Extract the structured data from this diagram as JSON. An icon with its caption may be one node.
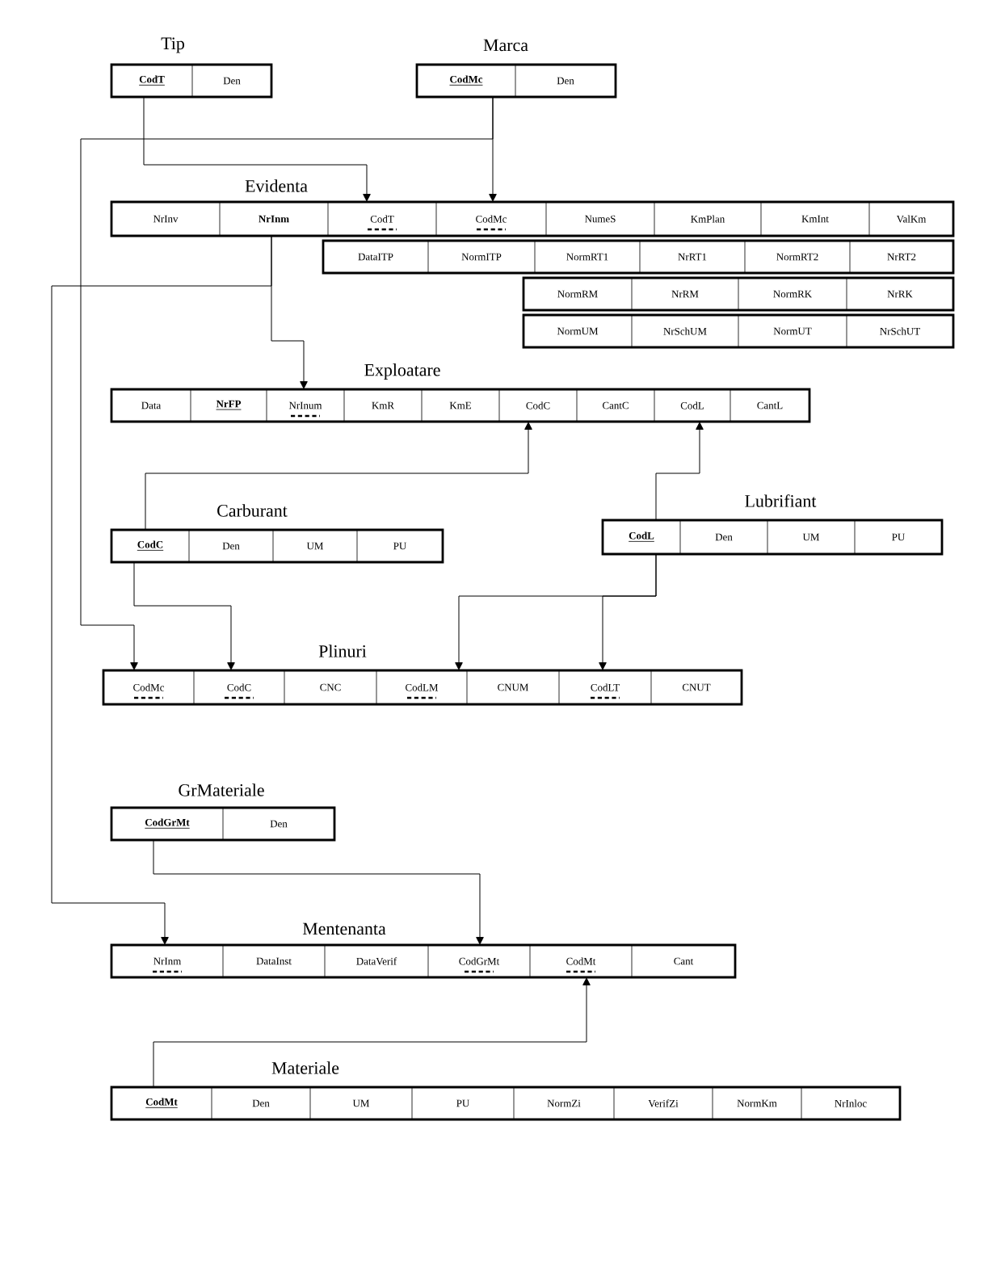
{
  "diagram": {
    "nodes": [
      {
        "text": [
          "Tip"
        ]
      },
      {
        "text": [
          "CodT"
        ],
        "in": 0
      },
      {
        "text": [
          "Den"
        ],
        "in": 0
      },
      {
        "text": [
          "Marca"
        ]
      },
      {
        "text": [
          "CodMc"
        ],
        "in": 3
      },
      {
        "text": [
          "Den"
        ],
        "in": 3
      },
      {
        "text": [
          "Evidenta"
        ]
      },
      {
        "text": [
          "NrInv"
        ],
        "in": 6
      },
      {
        "text": [
          "NrInm"
        ],
        "in": 6
      },
      {
        "text": [
          "CodT"
        ],
        "in": 6
      },
      {
        "text": [
          "CodMc"
        ],
        "in": 6
      },
      {
        "text": [
          "NumeS"
        ],
        "in": 6
      },
      {
        "text": [
          "KmPlan"
        ],
        "in": 6
      },
      {
        "text": [
          "KmInt"
        ],
        "in": 6
      },
      {
        "text": [
          "ValKm"
        ],
        "in": 6
      },
      {
        "text": [],
        "shape": "box"
      },
      {
        "text": [
          "DataITP"
        ],
        "in": 15
      },
      {
        "text": [
          "NormITP"
        ],
        "in": 15
      },
      {
        "text": [
          "NormRT1"
        ],
        "in": 15
      },
      {
        "text": [
          "NrRT1"
        ],
        "in": 15
      },
      {
        "text": [
          "NormRT2"
        ],
        "in": 15
      },
      {
        "text": [
          "NrRT2"
        ],
        "in": 15
      },
      {
        "text": [],
        "shape": "box"
      },
      {
        "text": [
          "NormRM"
        ],
        "in": 22
      },
      {
        "text": [
          "NrRM"
        ],
        "in": 22
      },
      {
        "text": [
          "NormRK"
        ],
        "in": 22
      },
      {
        "text": [
          "NrRK"
        ],
        "in": 22
      },
      {
        "text": [],
        "shape": "box"
      },
      {
        "text": [
          "NormUM"
        ],
        "in": 27
      },
      {
        "text": [
          "NrSchUM"
        ],
        "in": 27
      },
      {
        "text": [
          "NormUT"
        ],
        "in": 27
      },
      {
        "text": [
          "NrSchUT"
        ],
        "in": 27
      },
      {
        "text": [
          "Exploatare"
        ]
      },
      {
        "text": [
          "Data"
        ],
        "in": 32
      },
      {
        "text": [
          "NrFP"
        ],
        "in": 32
      },
      {
        "text": [
          "NrInum"
        ],
        "in": 32
      },
      {
        "text": [
          "KmR"
        ],
        "in": 32
      },
      {
        "text": [
          "KmE"
        ],
        "in": 32
      },
      {
        "text": [
          "CodC"
        ],
        "in": 32
      },
      {
        "text": [
          "CantC"
        ],
        "in": 32
      },
      {
        "text": [
          "CodL"
        ],
        "in": 32
      },
      {
        "text": [
          "CantL"
        ],
        "in": 32
      },
      {
        "text": [
          "Carburant"
        ]
      },
      {
        "text": [
          "CodC"
        ],
        "in": 42
      },
      {
        "text": [
          "Den"
        ],
        "in": 42
      },
      {
        "text": [
          "UM"
        ],
        "in": 42
      },
      {
        "text": [
          "PU"
        ],
        "in": 42
      },
      {
        "text": [
          "Lubrifiant"
        ]
      },
      {
        "text": [
          "CodL"
        ],
        "in": 47
      },
      {
        "text": [
          "Den"
        ],
        "in": 47
      },
      {
        "text": [
          "UM"
        ],
        "in": 47
      },
      {
        "text": [
          "PU"
        ],
        "in": 47
      },
      {
        "text": [
          "Plinuri"
        ]
      },
      {
        "text": [
          "CodMc"
        ],
        "in": 52
      },
      {
        "text": [
          "CodC"
        ],
        "in": 52
      },
      {
        "text": [
          "CNC"
        ],
        "in": 52
      },
      {
        "text": [
          "CodLM"
        ],
        "in": 52
      },
      {
        "text": [
          "CNUM"
        ],
        "in": 52
      },
      {
        "text": [
          "CodLT"
        ],
        "in": 52
      },
      {
        "text": [
          "CNUT"
        ],
        "in": 52
      },
      {
        "text": [
          "GrMateriale"
        ]
      },
      {
        "text": [
          "CodGrMt"
        ],
        "in": 60
      },
      {
        "text": [
          "Den"
        ],
        "in": 60
      },
      {
        "text": [
          "Mentenanta"
        ]
      },
      {
        "text": [
          "NrInm"
        ],
        "in": 63
      },
      {
        "text": [
          "DataInst"
        ],
        "in": 63
      },
      {
        "text": [
          "DataVerif"
        ],
        "in": 63
      },
      {
        "text": [
          "CodGrMt"
        ],
        "in": 63
      },
      {
        "text": [
          "CodMt"
        ],
        "in": 63
      },
      {
        "text": [
          "Cant"
        ],
        "in": 63
      },
      {
        "text": [
          "Materiale"
        ]
      },
      {
        "text": [
          "CodMt"
        ],
        "in": 70
      },
      {
        "text": [
          "Den"
        ],
        "in": 70
      },
      {
        "text": [
          "UM"
        ],
        "in": 70
      },
      {
        "text": [
          "PU"
        ],
        "in": 70
      },
      {
        "text": [
          "NormZi"
        ],
        "in": 70
      },
      {
        "text": [
          "VerifZi"
        ],
        "in": 70
      },
      {
        "text": [
          "NormKm"
        ],
        "in": 70
      },
      {
        "text": [
          "NrInloc"
        ],
        "in": 70
      }
    ],
    "edges": [
      {
        "from": 1,
        "to": 9,
        "arrow": "to"
      },
      {
        "from": 4,
        "to": 10,
        "arrow": "to"
      },
      {
        "from": 4,
        "to": 53,
        "arrow": "to"
      },
      {
        "from": 8,
        "to": 35,
        "arrow": "to"
      },
      {
        "from": 8,
        "to": 64,
        "arrow": "to"
      },
      {
        "from": 43,
        "to": 38,
        "arrow": "to"
      },
      {
        "from": 43,
        "to": 54,
        "arrow": "to"
      },
      {
        "from": 48,
        "to": 40,
        "arrow": "to"
      },
      {
        "from": 48,
        "to": 56,
        "arrow": "to"
      },
      {
        "from": 48,
        "to": 58,
        "arrow": "to"
      },
      {
        "from": 61,
        "to": 67,
        "arrow": "to"
      },
      {
        "from": 71,
        "to": 68,
        "arrow": "to"
      }
    ]
  }
}
